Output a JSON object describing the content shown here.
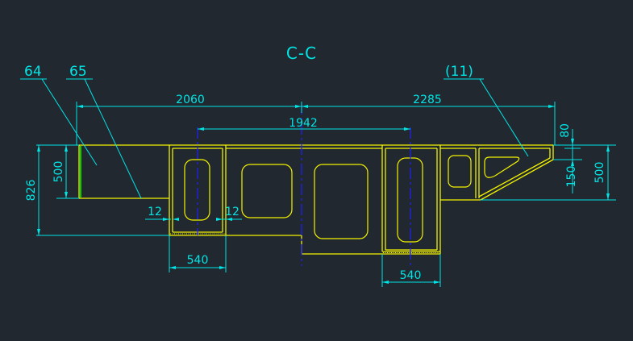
{
  "drawing": {
    "section_title": "C-C",
    "labels": {
      "part_64": "64",
      "part_65": "65",
      "part_11": "(11)"
    },
    "dimensions": {
      "top_left_span": "2060",
      "top_right_span": "2285",
      "mid_span": "1942",
      "left_height_500": "500",
      "left_height_826": "826",
      "right_height_500": "500",
      "right_150": "150",
      "right_80": "80",
      "gap_12_left": "12",
      "gap_12_right": "12",
      "bottom_540_left": "540",
      "bottom_540_right": "540"
    },
    "colors": {
      "background": "#212830",
      "outline": "#f2f200",
      "dimension": "#00e5e5",
      "centerline": "#2020ff",
      "label_line": "#00e5e5",
      "accent_green": "#00d000",
      "title": "#00e5e5"
    }
  }
}
